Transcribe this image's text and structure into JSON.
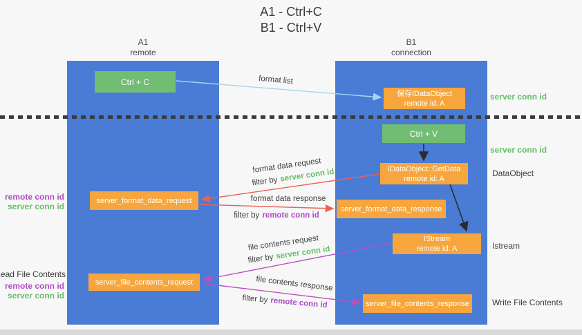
{
  "title": {
    "line1": "A1 - Ctrl+C",
    "line2": "B1 - Ctrl+V"
  },
  "lanes": {
    "a1": {
      "name": "A1",
      "subtitle": "remote"
    },
    "b1": {
      "name": "B1",
      "subtitle": "connection"
    }
  },
  "nodes": {
    "ctrl_c": {
      "label": "Ctrl + C"
    },
    "ctrl_v": {
      "label": "Ctrl + V"
    },
    "save_dataobject": {
      "line1": "保存IDataObject",
      "line2": "remote id: A"
    },
    "getdata": {
      "line1": "IDataObject::GetData",
      "line2": "remote id: A"
    },
    "istream": {
      "line1": "IStream",
      "line2": "remote id: A"
    },
    "format_request": {
      "label": "server_format_data_request"
    },
    "format_response": {
      "label": "server_format_data_response"
    },
    "file_request": {
      "label": "server_file_contents_request"
    },
    "file_response": {
      "label": "server_file_contents_response"
    }
  },
  "arrow_labels": {
    "format_list": "format list",
    "format_data_request": "format data request",
    "format_data_response": "format data response",
    "file_contents_request": "file contents request",
    "file_contents_response": "file contents response",
    "filter_by": "filter by",
    "server_conn_id": "server conn id",
    "remote_conn_id": "remote conn id"
  },
  "side_labels": {
    "server_conn_id_top": "server conn id",
    "server_conn_id_mid": "server conn id",
    "dataobject": "DataObject",
    "istream": "Istream",
    "write_file_contents": "Write File Contents",
    "read_file_contents": "Read File Contents",
    "remote_conn_id_1": "remote conn id",
    "server_conn_id_1": "server conn id",
    "remote_conn_id_2": "remote conn id",
    "server_conn_id_2": "server conn id"
  },
  "colors": {
    "lane_blue": "#4a7cd6",
    "green_box": "#71bd73",
    "orange_box": "#f7a63d",
    "green_label": "#67bd6a",
    "purple_label": "#ad4cc6",
    "arrow_blue": "#a6d5ef",
    "arrow_red": "#e96358",
    "arrow_magenta": "#bd4fc0",
    "arrow_black": "#2b2b2b"
  }
}
